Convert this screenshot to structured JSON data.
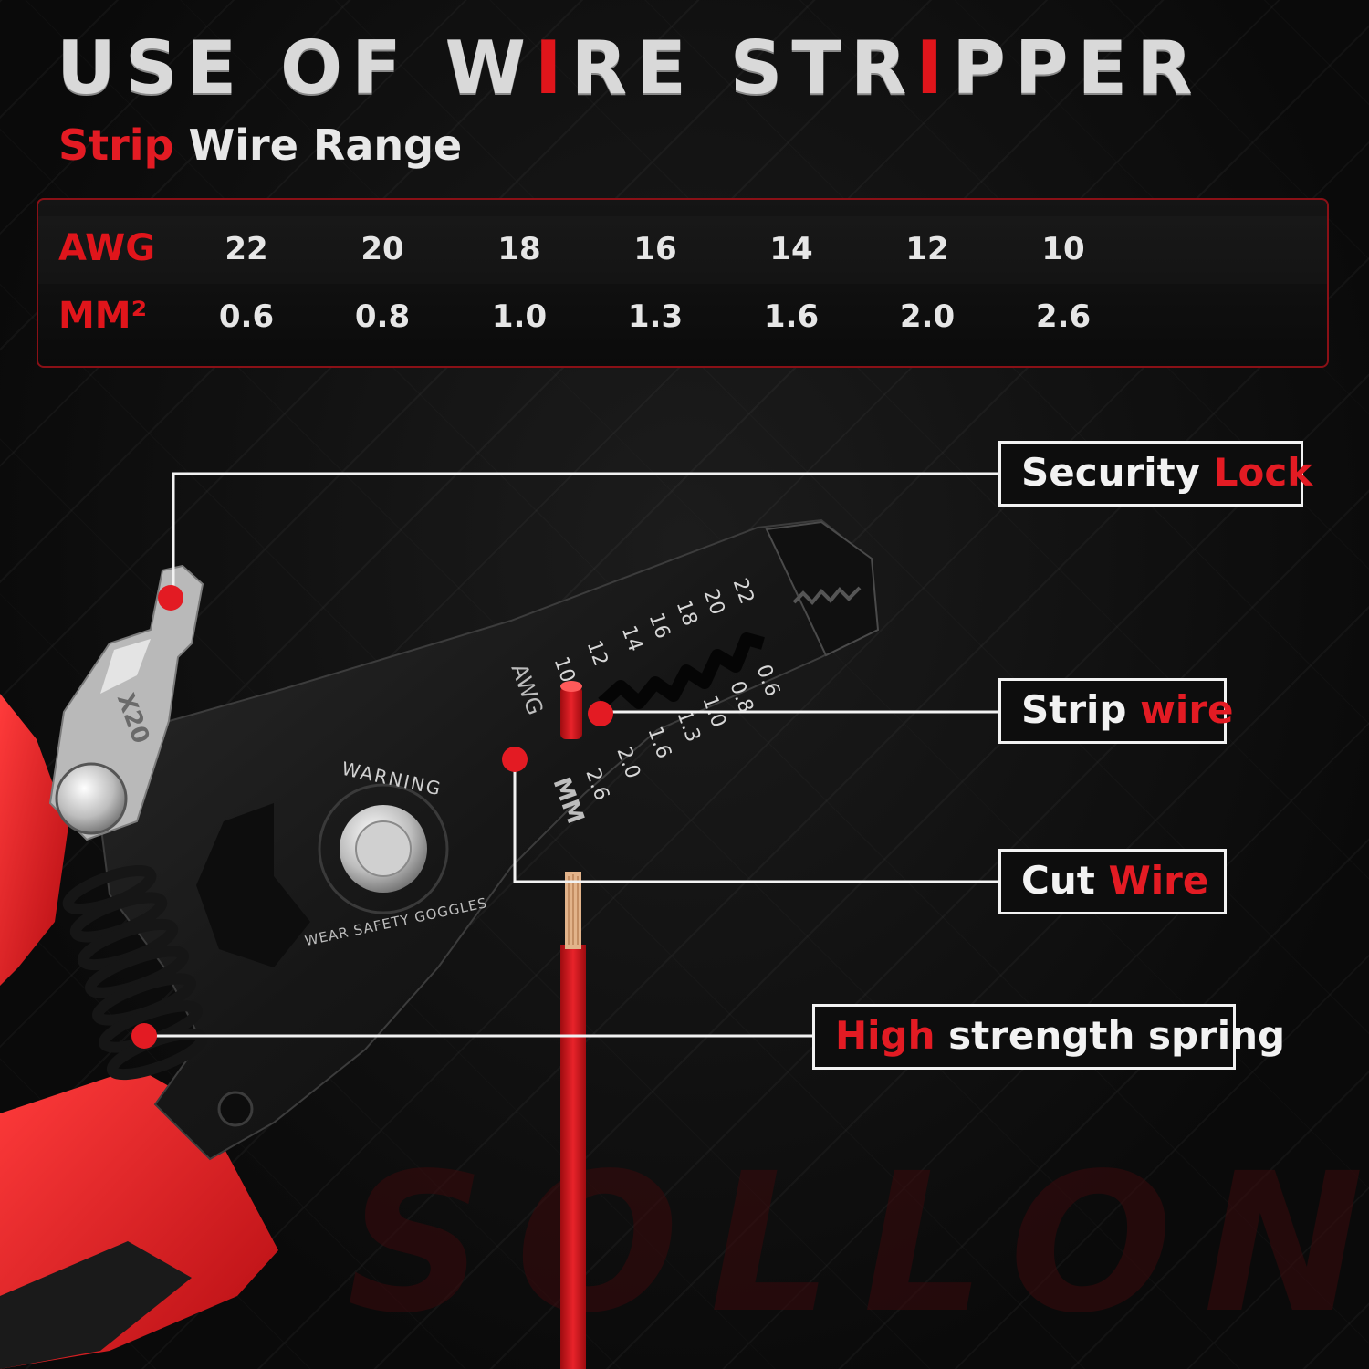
{
  "header": {
    "title_a": "USE OF W",
    "title_b": "I",
    "title_c": "RE STR",
    "title_d": "I",
    "title_e": "PPER",
    "subtitle_red": "Strip",
    "subtitle_rest": " Wire Range"
  },
  "range_table": {
    "awg_label": "AWG",
    "mm_label": "MM²",
    "awg": [
      "22",
      "20",
      "18",
      "16",
      "14",
      "12",
      "10"
    ],
    "mm": [
      "0.6",
      "0.8",
      "1.0",
      "1.3",
      "1.6",
      "2.0",
      "2.6"
    ]
  },
  "callouts": {
    "security_lock": {
      "white": "Security ",
      "red": "Lock"
    },
    "strip_wire": {
      "white": "Strip ",
      "red": "wire"
    },
    "cut_wire": {
      "white": "Cut ",
      "red": "Wire"
    },
    "spring": {
      "red": "High",
      "white": " strength spring"
    }
  },
  "tool_markings": {
    "awg_word": "AWG",
    "mm_word": "MM",
    "awg_sizes": [
      "22",
      "20",
      "18",
      "16",
      "14",
      "12",
      "10"
    ],
    "mm_sizes": [
      "0.6",
      "0.8",
      "1.0",
      "1.3",
      "1.6",
      "2.0",
      "2.6"
    ],
    "warning": "WARNING",
    "safety": "WEAR SAFETY GOGGLES",
    "lock_stamp": "X20"
  },
  "brand_watermark": "SOLLON",
  "colors": {
    "accent_red": "#e31b23",
    "background": "#0d0d0d",
    "text_white": "#f2f2f2"
  }
}
